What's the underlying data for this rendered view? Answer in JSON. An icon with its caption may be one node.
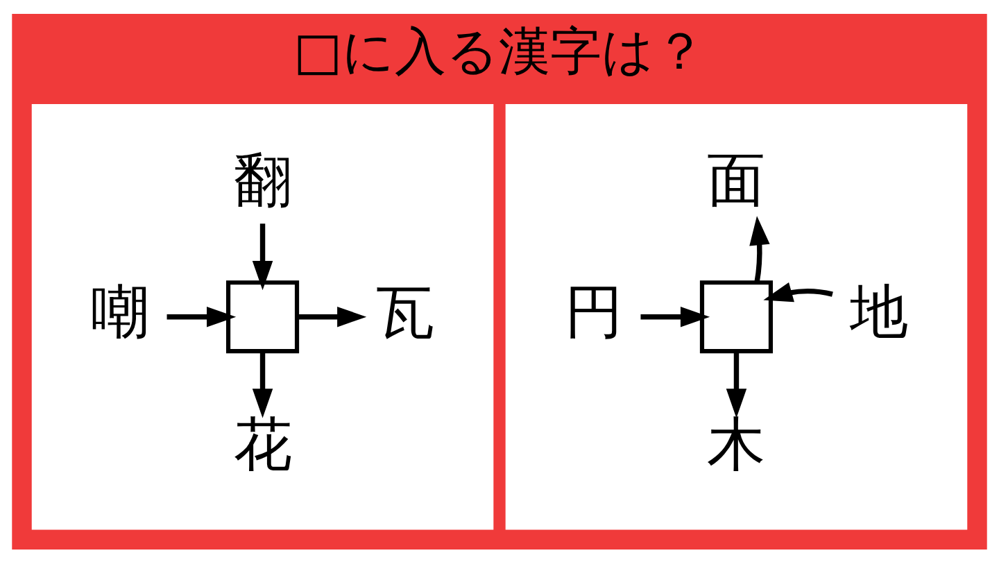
{
  "diagram": {
    "title": "□に入る漢字は？",
    "nodes": [
      {
        "text": [],
        "shape": "box"
      },
      {
        "text": [
          "翻"
        ],
        "in": 0
      },
      {
        "text": [
          "嘲"
        ],
        "in": 0
      },
      {
        "text": [],
        "shape": "box",
        "in": 0
      },
      {
        "text": [
          "瓦"
        ],
        "in": 0
      },
      {
        "text": [
          "花"
        ],
        "in": 0
      },
      {
        "text": [],
        "shape": "box"
      },
      {
        "text": [
          "面"
        ],
        "in": 6
      },
      {
        "text": [
          "円"
        ],
        "in": 6
      },
      {
        "text": [],
        "shape": "box",
        "in": 6
      },
      {
        "text": [
          "地"
        ],
        "in": 6
      },
      {
        "text": [
          "木"
        ],
        "in": 6
      }
    ],
    "edges": [
      {
        "from": 1,
        "to": 3,
        "arrow": "to"
      },
      {
        "from": 2,
        "to": 3,
        "arrow": "to"
      },
      {
        "from": 3,
        "to": 4,
        "arrow": "to"
      },
      {
        "from": 3,
        "to": 5,
        "arrow": "to"
      },
      {
        "from": 9,
        "to": 7,
        "arrow": "to"
      },
      {
        "from": 8,
        "to": 9,
        "arrow": "to"
      },
      {
        "from": 10,
        "to": 9,
        "arrow": "to"
      },
      {
        "from": 9,
        "to": 11,
        "arrow": "to"
      }
    ]
  }
}
